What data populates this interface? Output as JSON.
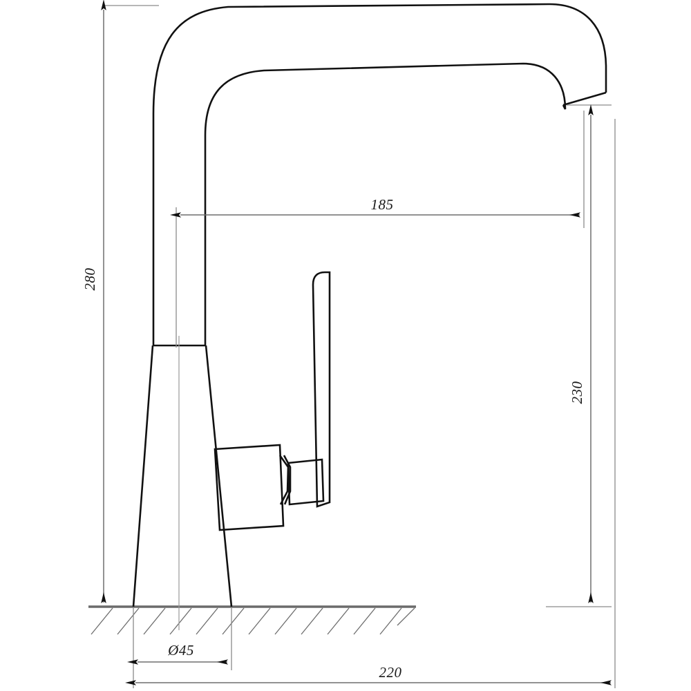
{
  "drawing": {
    "title": "Kitchen faucet dimensional drawing",
    "units": "mm",
    "background_color": "#ffffff",
    "line_color": "#111111",
    "dimension_color": "#6e6e6e"
  },
  "dimensions": {
    "height_total": {
      "label": "280",
      "orientation": "vertical",
      "position": "left",
      "value": 280
    },
    "spout_reach": {
      "label": "185",
      "orientation": "horizontal",
      "position": "upper",
      "value": 185
    },
    "spout_height": {
      "label": "230",
      "orientation": "vertical",
      "position": "right",
      "value": 230
    },
    "base_diameter": {
      "label": "Ø45",
      "orientation": "horizontal",
      "position": "bottom-left",
      "value": 45
    },
    "overall_width": {
      "label": "220",
      "orientation": "horizontal",
      "position": "bottom",
      "value": 220
    }
  },
  "components": {
    "spout_arm": "spout-arm",
    "column": "vertical-column",
    "base_cone": "conical-base",
    "handle_block": "handle-block",
    "handle_collar": "handle-collar",
    "handle_cap": "handle-cap",
    "lever": "lever-bar",
    "ground": "ground-hatching"
  }
}
